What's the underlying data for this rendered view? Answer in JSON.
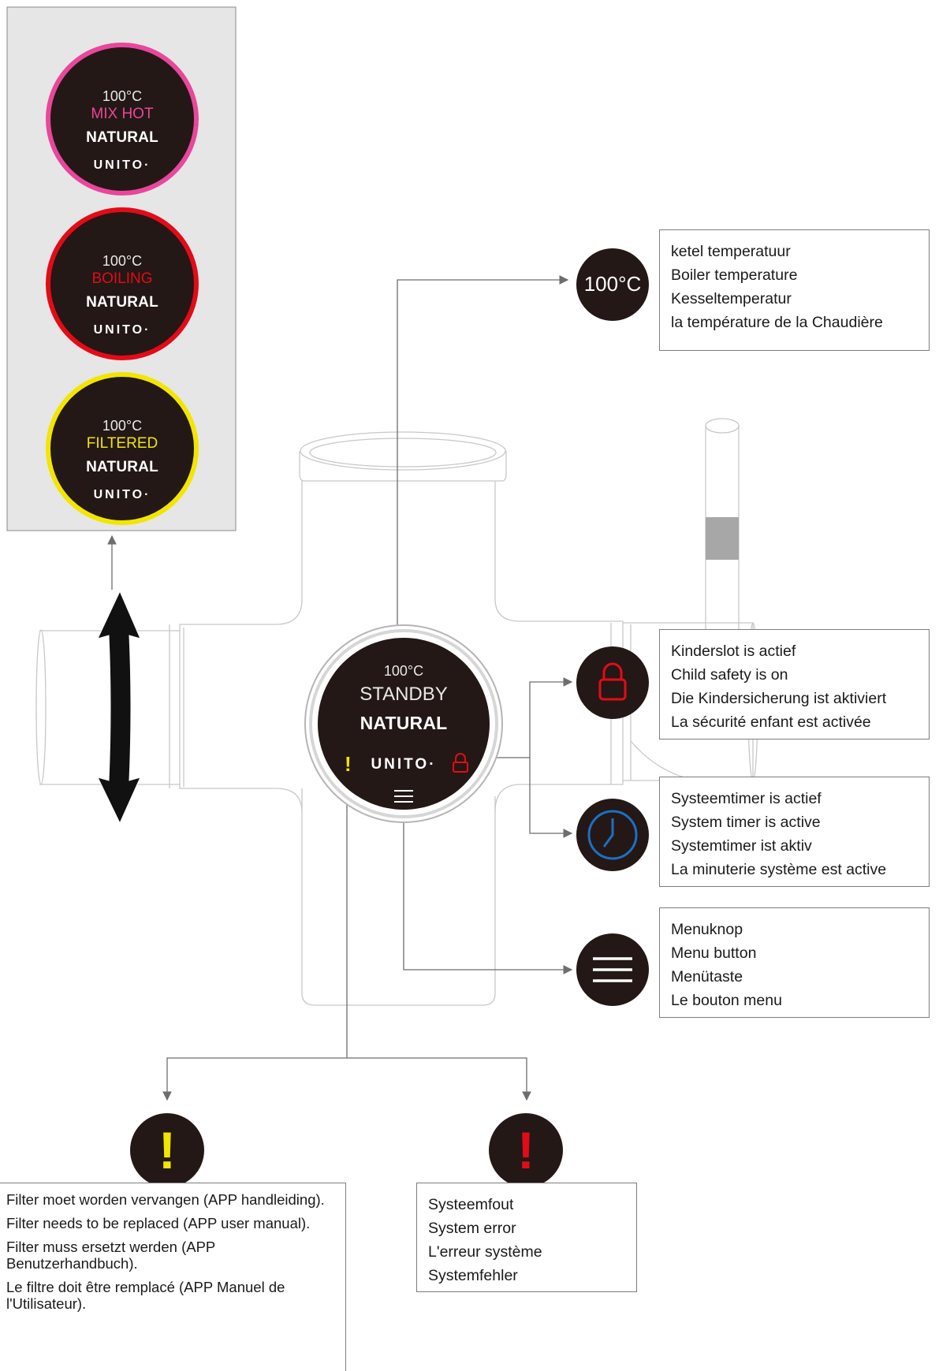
{
  "modes_panel": {
    "badges": [
      {
        "temp": "100°C",
        "mode": "MIX HOT",
        "variant": "NATURAL",
        "logo": "UNITO·",
        "ring_color": "#e8479b"
      },
      {
        "temp": "100°C",
        "mode": "BOILING",
        "variant": "NATURAL",
        "logo": "UNITO·",
        "ring_color": "#e30b17"
      },
      {
        "temp": "100°C",
        "mode": "FILTERED",
        "variant": "NATURAL",
        "logo": "UNITO·",
        "ring_color": "#f2e500"
      }
    ]
  },
  "tap_display": {
    "temp": "100°C",
    "mode": "STANDBY",
    "variant": "NATURAL",
    "logo": "UNITO·",
    "filter_warning_glyph": "!",
    "filter_warning_color": "#f2e500",
    "lock_color": "#e30b17"
  },
  "callouts": {
    "boiler_temp": {
      "icon_text": "100°C",
      "lines": [
        "ketel temperatuur",
        "Boiler temperature",
        "Kesseltemperatur",
        "la température de la Chaudière"
      ]
    },
    "child_safety": {
      "icon": "padlock-icon",
      "icon_color": "#e30b17",
      "lines": [
        "Kinderslot is actief",
        "Child safety is on",
        "Die Kindersicherung ist aktiviert",
        "La sécurité enfant est activée"
      ]
    },
    "system_timer": {
      "icon": "clock-icon",
      "icon_color": "#1d6fc4",
      "lines": [
        "Systeemtimer is actief",
        "System timer is active",
        "Systemtimer ist aktiv",
        "La minuterie système est active"
      ]
    },
    "menu_button": {
      "icon": "menu-icon",
      "lines": [
        "Menuknop",
        "Menu button",
        "Menütaste",
        "Le bouton menu"
      ]
    },
    "filter_replace": {
      "icon": "exclamation-icon",
      "glyph": "!",
      "icon_color": "#f2e500",
      "lines": [
        "Filter moet worden vervangen (APP handleiding).",
        "Filter needs to be replaced (APP user manual).",
        "Filter muss ersetzt werden (APP Benutzerhandbuch).",
        "Le filtre doit être remplacé (APP Manuel de l'Utilisateur)."
      ]
    },
    "system_error": {
      "icon": "exclamation-icon",
      "glyph": "!",
      "icon_color": "#e30b17",
      "lines": [
        "Systeemfout",
        "System error",
        "L'erreur système",
        "Systemfehler"
      ]
    }
  }
}
